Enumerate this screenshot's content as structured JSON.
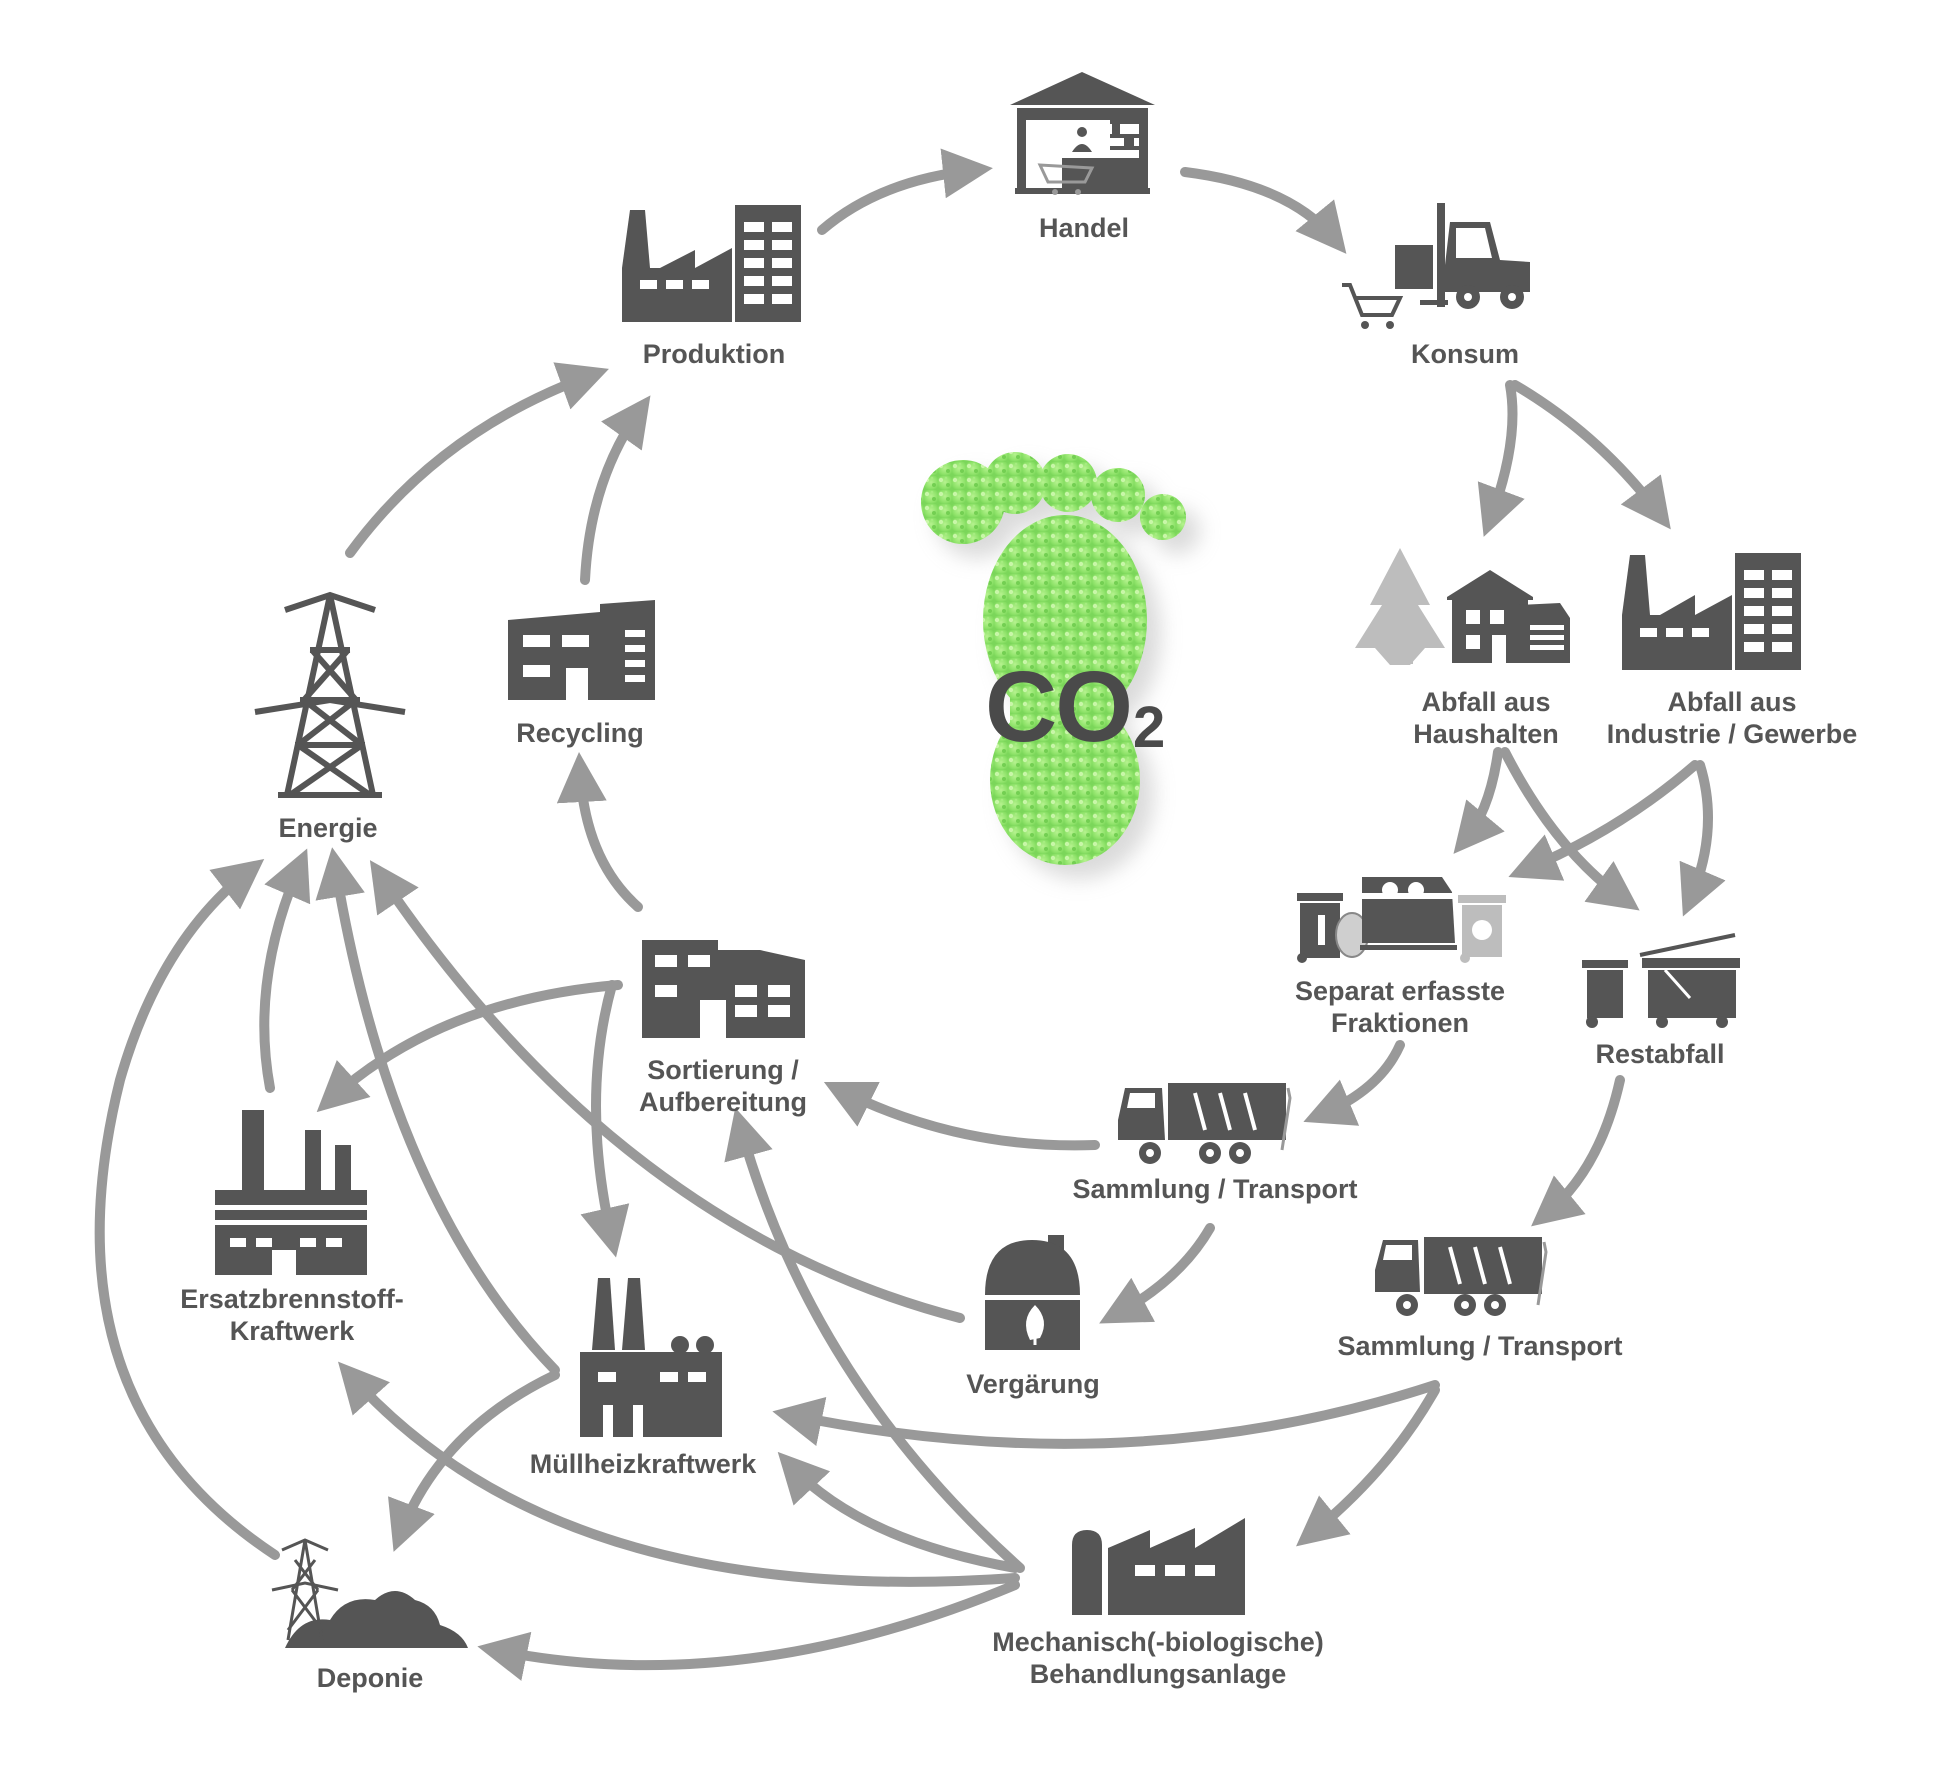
{
  "diagram": {
    "center": {
      "main": "CO",
      "sub": "2",
      "accent_color": "#8fe36a"
    },
    "colors": {
      "icon": "#555555",
      "arrow": "#999999",
      "tree": "#bdbdbd",
      "label": "#555555"
    },
    "nodes": {
      "handel": {
        "label": "Handel",
        "icon": "shop-icon"
      },
      "konsum": {
        "label": "Konsum",
        "icon": "forklift-cart-icon"
      },
      "produktion": {
        "label": "Produktion",
        "icon": "factory-icon"
      },
      "recycling": {
        "label": "Recycling",
        "icon": "building-icon"
      },
      "energie": {
        "label": "Energie",
        "icon": "power-pylon-icon"
      },
      "haushalte": {
        "line1": "Abfall aus",
        "line2": "Haushalten",
        "icon": "house-tree-icon"
      },
      "industrie": {
        "line1": "Abfall aus",
        "line2": "Industrie / Gewerbe",
        "icon": "factory-icon"
      },
      "separat": {
        "line1": "Separat erfasste",
        "line2": "Fraktionen",
        "icon": "waste-bins-icon"
      },
      "restabfall": {
        "label": "Restabfall",
        "icon": "waste-container-icon"
      },
      "sortierung": {
        "line1": "Sortierung /",
        "line2": "Aufbereitung",
        "icon": "sorting-plant-icon"
      },
      "sammlung1": {
        "label": "Sammlung / Transport",
        "icon": "garbage-truck-icon"
      },
      "sammlung2": {
        "label": "Sammlung / Transport",
        "icon": "garbage-truck-icon"
      },
      "ersatz": {
        "line1": "Ersatzbrennstoff-",
        "line2": "Kraftwerk",
        "icon": "power-plant-icon"
      },
      "vergaerung": {
        "label": "Vergärung",
        "icon": "biogas-digester-icon"
      },
      "muell": {
        "label": "Müllheizkraftwerk",
        "icon": "incinerator-icon"
      },
      "mba": {
        "line1": "Mechanisch(-biologische)",
        "line2": "Behandlungsanlage",
        "icon": "treatment-plant-icon"
      },
      "deponie": {
        "label": "Deponie",
        "icon": "landfill-icon"
      }
    }
  }
}
